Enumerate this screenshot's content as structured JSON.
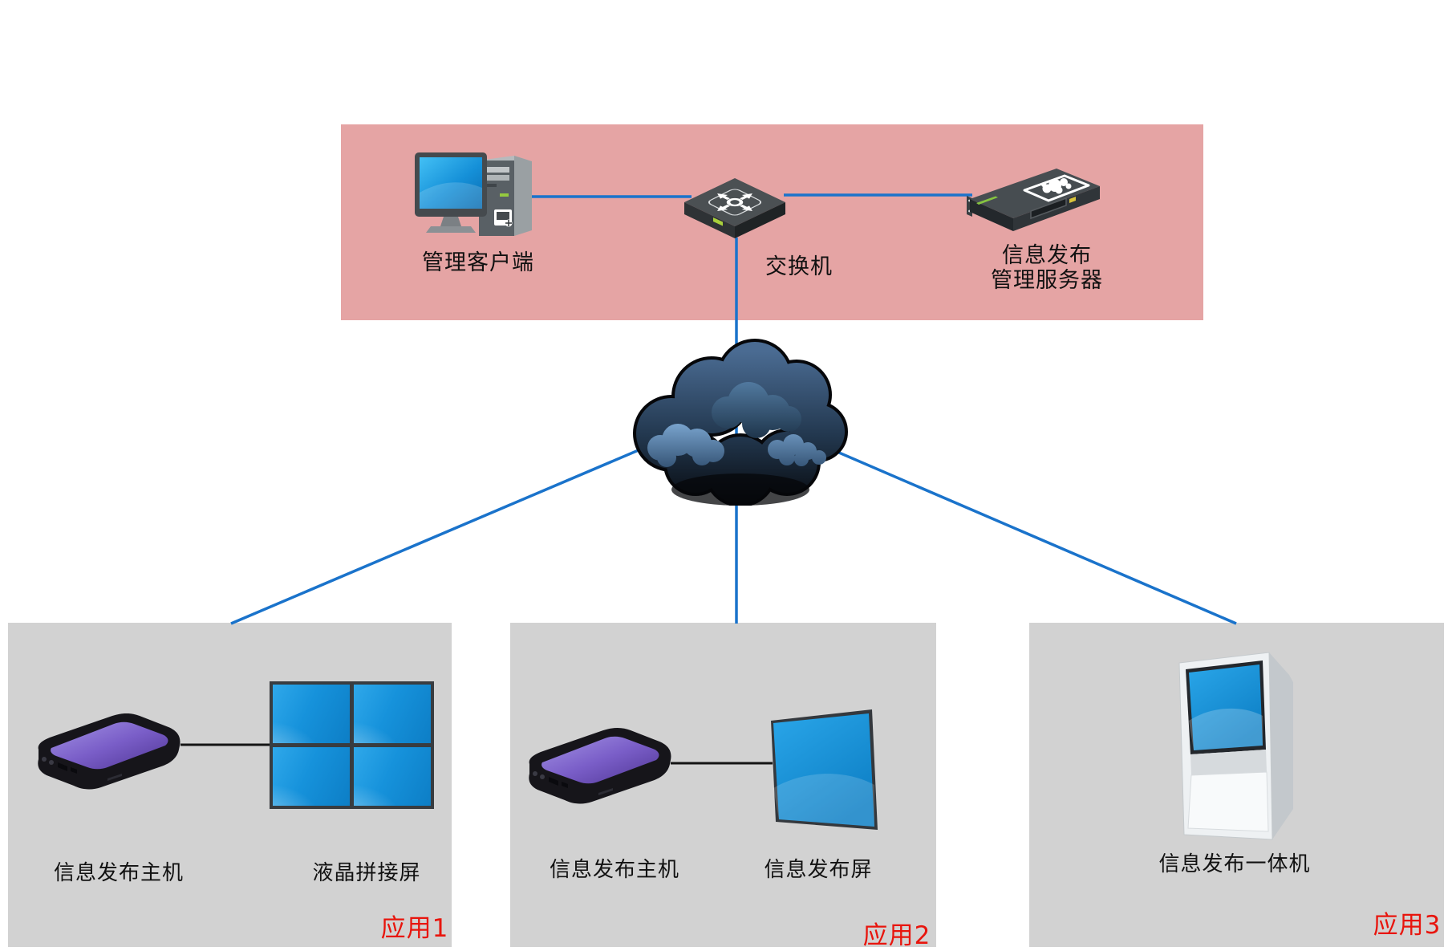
{
  "management_zone": {
    "client_label": "管理客户端",
    "switch_label": "交换机",
    "server_label_line1": "信息发布",
    "server_label_line2": "管理服务器"
  },
  "applications": [
    {
      "badge": "应用1",
      "host_label": "信息发布主机",
      "screen_label": "液晶拼接屏"
    },
    {
      "badge": "应用2",
      "host_label": "信息发布主机",
      "screen_label": "信息发布屏"
    },
    {
      "badge": "应用3",
      "device_label": "信息发布一体机"
    }
  ],
  "icons": {
    "client": "desktop-pc-icon",
    "switch": "switch-crossroad-icon",
    "server": "rack-server-icon",
    "cloud": "network-cloud-icon",
    "player": "media-player-icon",
    "videowall": "video-wall-icon",
    "screen": "display-screen-icon",
    "kiosk": "kiosk-icon"
  },
  "colors": {
    "zone_pink": "#e5a4a4",
    "zone_gray": "#d2d2d2",
    "link_blue": "#1a73cb",
    "screen_blue": "#1692db",
    "badge_red": "#e8150d"
  }
}
